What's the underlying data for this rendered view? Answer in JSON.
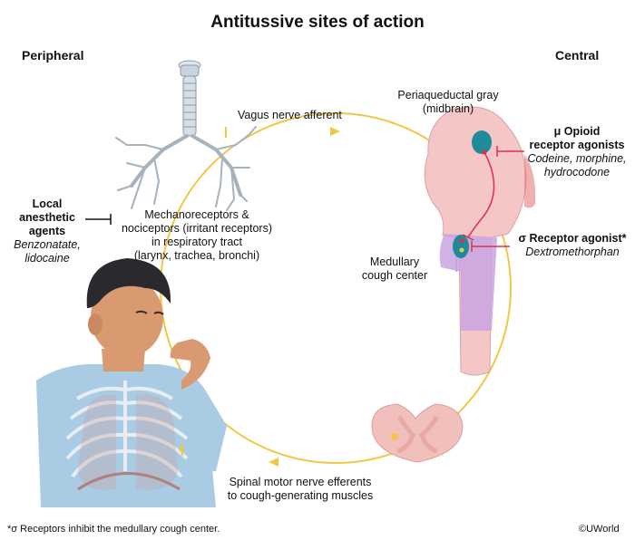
{
  "title": "Antitussive sites of action",
  "headers": {
    "peripheral": "Peripheral",
    "central": "Central"
  },
  "labels": {
    "vagus": "Vagus nerve afferent",
    "mechanoreceptors": [
      "Mechanoreceptors &",
      "nociceptors (irritant receptors)",
      "in respiratory tract",
      "(larynx, trachea, bronchi)"
    ],
    "pag": [
      "Periaqueductal gray",
      "(midbrain)"
    ],
    "medullary": [
      "Medullary",
      "cough center"
    ],
    "spinal": [
      "Spinal motor nerve efferents",
      "to cough-generating muscles"
    ]
  },
  "drugs": {
    "local": {
      "name": [
        "Local",
        "anesthetic",
        "agents"
      ],
      "examples": [
        "Benzonatate,",
        "lidocaine"
      ]
    },
    "opioid": {
      "name": [
        "μ Opioid",
        "receptor agonists"
      ],
      "examples": [
        "Codeine, morphine,",
        "hydrocodone"
      ]
    },
    "sigma": {
      "name": "σ Receptor agonist*",
      "examples": "Dextromethorphan"
    }
  },
  "footnote": "*σ Receptors inhibit the medullary cough center.",
  "copyright": "©UWorld",
  "colors": {
    "pathway": "#f2c744",
    "inhibit_red": "#d8334a",
    "inhibit_black": "#111111",
    "nucleus": "#1f8a99",
    "medulla": "#c9a4e3",
    "brainstem": "#f4c6c6",
    "shirt": "#a9cbe4",
    "skin": "#d99a72"
  }
}
